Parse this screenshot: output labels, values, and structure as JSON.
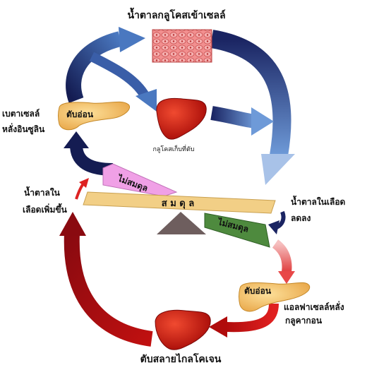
{
  "labels": {
    "top_cells": "น้ำตาลกลูโคสเข้าเซลล์",
    "beta_cell_line1": "เบตาเซลล์",
    "beta_cell_line2": "หลั่งอินซูลิน",
    "pancreas_top": "ตับอ่อน",
    "liver_store": "กลูโคสเก็บที่ตับ",
    "imbalance_top": "ไม่สมดุล",
    "balance": "ส  ม  ดุ  ล",
    "imbalance_bottom": "ไม่สมดุล",
    "blood_sugar_up_line1": "น้ำตาลใน",
    "blood_sugar_up_line2": "เลือดเพิ่มขึ้น",
    "blood_sugar_down_line1": "น้ำตาลในเลือด",
    "blood_sugar_down_line2": "ลดลง",
    "pancreas_bottom": "ตับอ่อน",
    "alpha_cell_line1": "แอลฟาเซลล์หลั่ง",
    "alpha_cell_line2": "กลูคากอน",
    "liver_breakdown": "ตับสลายไกลโคเจน"
  },
  "colors": {
    "blue_dark": "#1a2260",
    "blue_light": "#5a86c8",
    "red_dark": "#b01010",
    "red_light": "#f2a0a0",
    "pancreas": "#f3c36a",
    "liver": "#cc1a12",
    "balance_bar": "#f2cf86",
    "imbalance_pink": "#f0a0e6",
    "imbalance_green": "#4e8a3e",
    "fulcrum": "#6e5e5e"
  }
}
